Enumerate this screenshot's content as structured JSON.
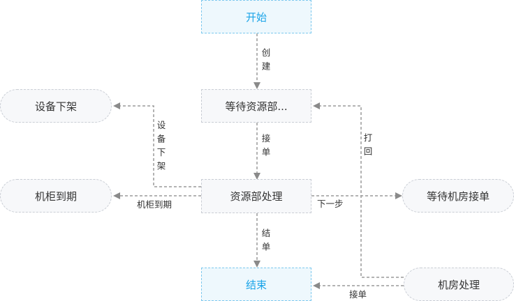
{
  "nodes": {
    "start": "开始",
    "wait_resource": "等待资源部...",
    "resource": "资源部处理",
    "end": "结束",
    "offshelf": "设备下架",
    "cabinet_expire": "机柜到期",
    "wait_room": "等待机房接单",
    "room": "机房处理"
  },
  "edges": {
    "create": "创建",
    "accept1": "接单",
    "finish": "结单",
    "offshelf": "设备下架",
    "cabinet_expire": "机柜到期",
    "next_step": "下一步",
    "return": "打回",
    "accept2": "接单"
  },
  "colors": {
    "line": "#9a9a9a",
    "node_border": "#c9cdd4",
    "start_end_text": "#1aa4e8"
  }
}
